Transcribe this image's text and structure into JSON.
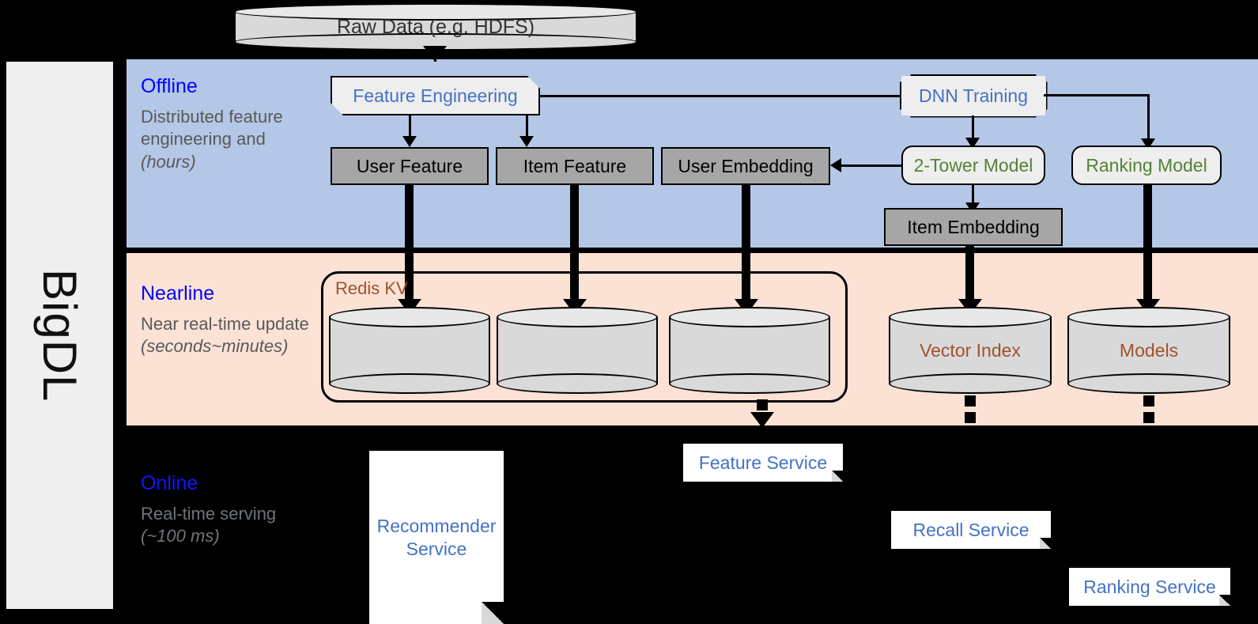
{
  "sidebar": {
    "brand": "BigDL"
  },
  "source": {
    "label": "Raw Data (e.g. HDFS)"
  },
  "bands": [
    {
      "key": "offline",
      "title": "Offline",
      "description": "Distributed feature engineering and ",
      "description_italic": "(hours)",
      "bg_color": "#b4c7e7"
    },
    {
      "key": "nearline",
      "title": "Nearline",
      "description": "Near real-time update ",
      "description_italic": "(seconds~minutes)",
      "bg_color": "#fbe2d5"
    },
    {
      "key": "online",
      "title": "Online",
      "description": "Real-time serving ",
      "description_italic": "(~100 ms)",
      "bg_color": "#000000"
    }
  ],
  "offline": {
    "feature_engineering": "Feature Engineering",
    "dnn_training": "DNN Training",
    "user_feature": "User Feature",
    "item_feature": "Item Feature",
    "user_embedding": "User Embedding",
    "two_tower_model": "2-Tower Model",
    "ranking_model": "Ranking Model",
    "item_embedding": "Item Embedding"
  },
  "nearline": {
    "redis_group": "Redis KV",
    "store_1": "",
    "store_2": "",
    "store_3": "",
    "vector_index": "Vector Index",
    "models": "Models"
  },
  "online": {
    "recommender_service": "Recommender Service",
    "feature_service": "Feature Service",
    "recall_service": "Recall Service",
    "ranking_service": "Ranking Service"
  },
  "colors": {
    "offline_bg": "#b4c7e7",
    "nearline_bg": "#fbe2d5",
    "online_bg": "#000000",
    "band_title": "#0000ff",
    "band_desc": "#595959",
    "process_blue": "#4472c4",
    "model_green": "#548235",
    "store_brown": "#a0522d",
    "data_box_gray": "#a6a6a6",
    "cylinder_gray": "#d9d9d9",
    "rail_gray": "#efefef"
  }
}
